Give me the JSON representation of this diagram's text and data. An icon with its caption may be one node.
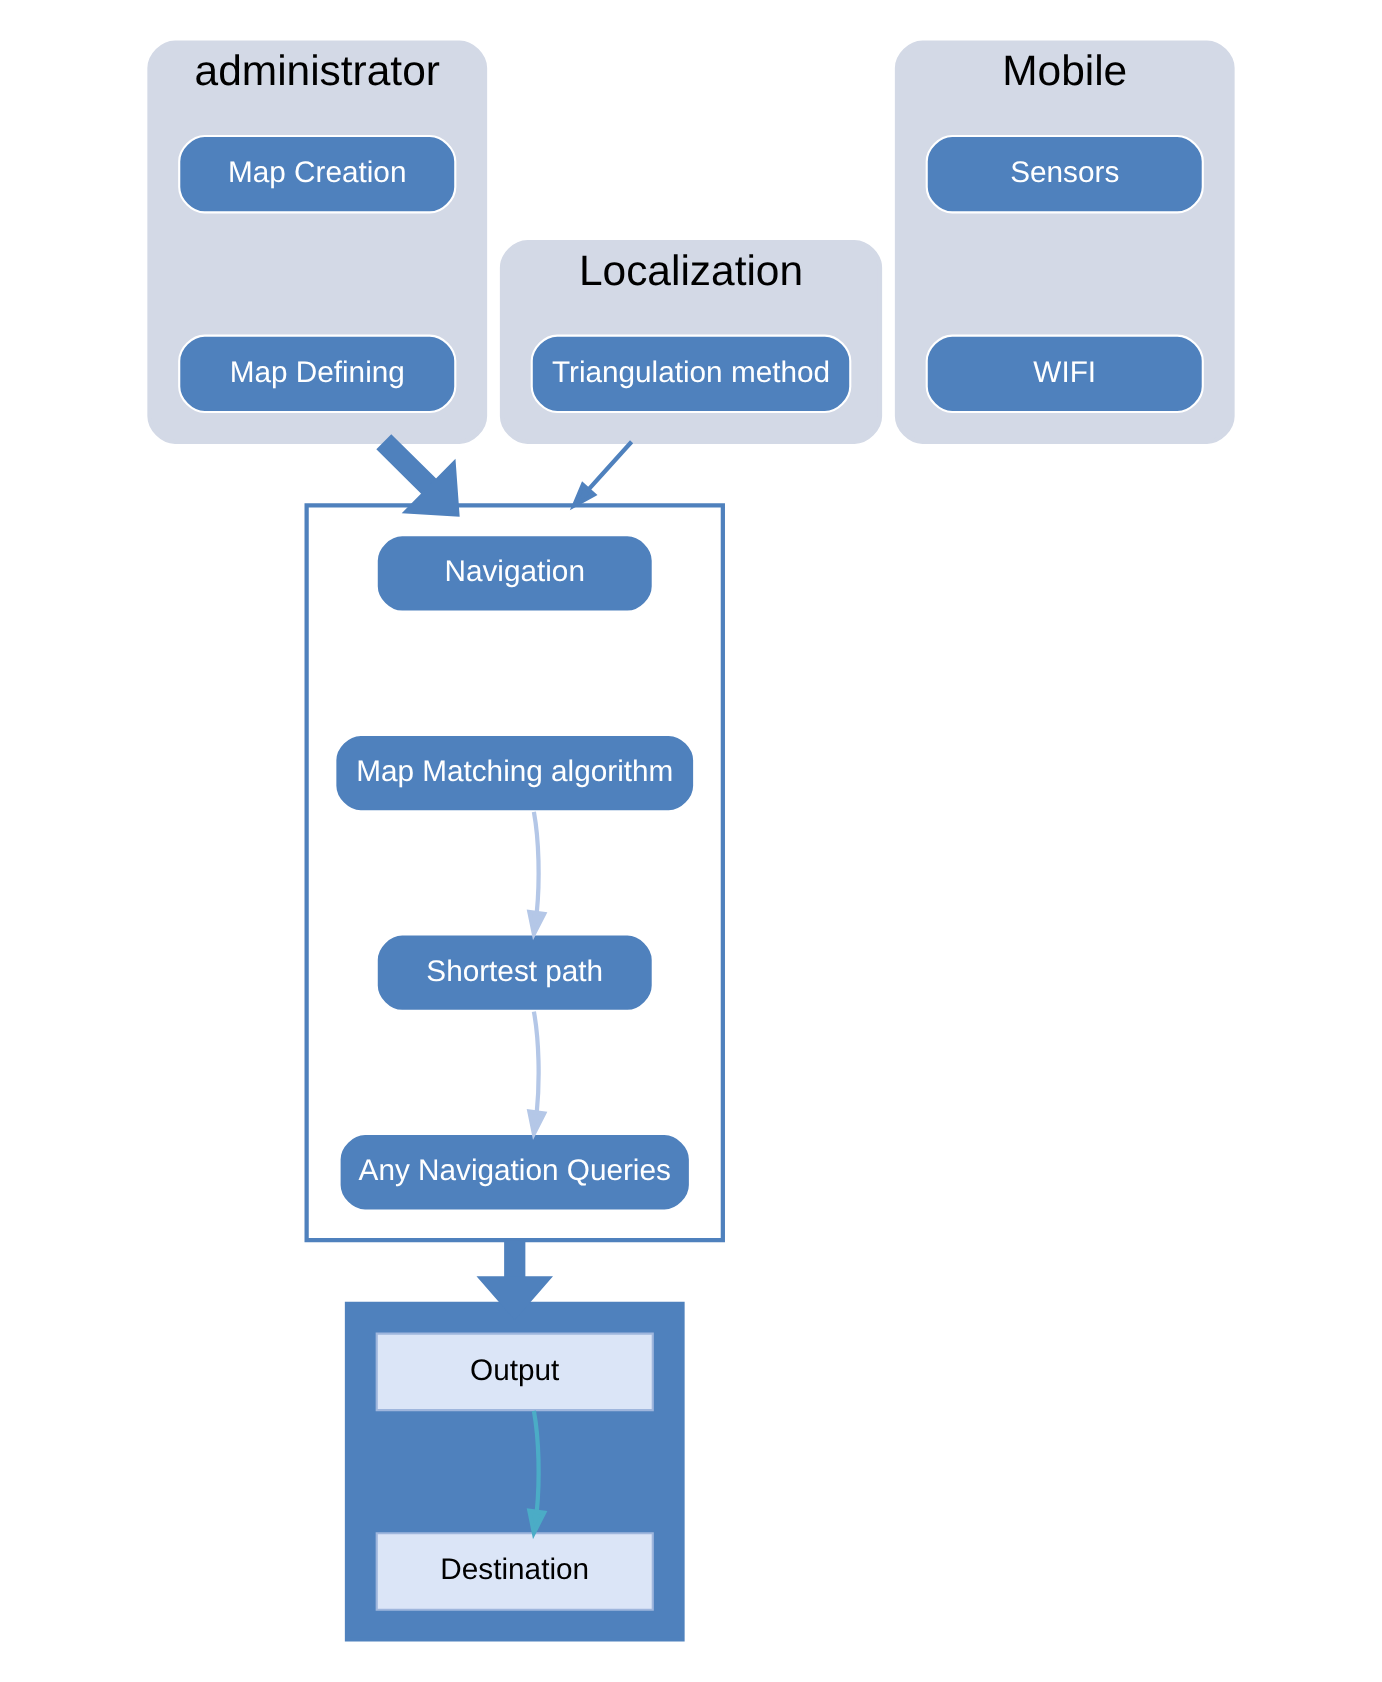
{
  "diagram": {
    "nodes": [
      {
        "text": [
          "administrator"
        ]
      },
      {
        "text": [
          "Map Creation"
        ],
        "in": 0
      },
      {
        "text": [
          "Map Defining"
        ],
        "in": 0
      },
      {
        "text": [
          "Mobile"
        ]
      },
      {
        "text": [
          "Sensors"
        ],
        "in": 3
      },
      {
        "text": [
          "WIFI"
        ],
        "in": 3
      },
      {
        "text": [
          "Localization"
        ]
      },
      {
        "text": [
          "Triangulation method"
        ],
        "in": 6
      },
      {
        "text": [],
        "shape": "box"
      },
      {
        "text": [
          "Navigation"
        ],
        "in": 8
      },
      {
        "text": [
          "Map Matching algorithm"
        ],
        "in": 8
      },
      {
        "text": [
          "Shortest path"
        ],
        "in": 8
      },
      {
        "text": [
          "Any Navigation Queries"
        ],
        "in": 8
      },
      {
        "text": [],
        "shape": "box"
      },
      {
        "text": [
          "Output"
        ],
        "in": 13
      },
      {
        "text": [
          "Destination"
        ],
        "in": 13
      }
    ],
    "edges": [
      {
        "from": 0,
        "to": 8,
        "arrow": "to",
        "style": "thick"
      },
      {
        "from": 6,
        "to": 8,
        "arrow": "to"
      },
      {
        "from": 10,
        "to": 11,
        "arrow": "to",
        "color": "#b4c7e7"
      },
      {
        "from": 11,
        "to": 12,
        "arrow": "to",
        "color": "#b4c7e7"
      },
      {
        "from": 8,
        "to": 13,
        "arrow": "to",
        "style": "thick"
      },
      {
        "from": 14,
        "to": 15,
        "arrow": "to",
        "color": "#4bacc6"
      }
    ]
  }
}
